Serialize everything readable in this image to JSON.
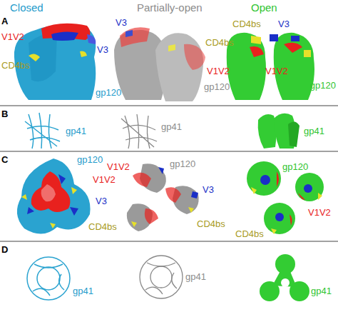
{
  "diagram": {
    "labels": [
      "Closed",
      "Partially-open",
      "Open",
      "A",
      "V1V2",
      "V3",
      "CD4bs",
      "gp120",
      "V3",
      "CD4bs",
      "V1V2",
      "gp120",
      "CD4bs",
      "V3",
      "V1V2",
      "gp120",
      "B",
      "gp41",
      "gp41",
      "gp41",
      "C",
      "gp120",
      "V1V2",
      "V3",
      "CD4bs",
      "V1V2",
      "gp120",
      "V3",
      "CD4bs",
      "gp120",
      "V1V2",
      "CD4bs",
      "D",
      "gp41",
      "gp41",
      "gp41"
    ]
  }
}
